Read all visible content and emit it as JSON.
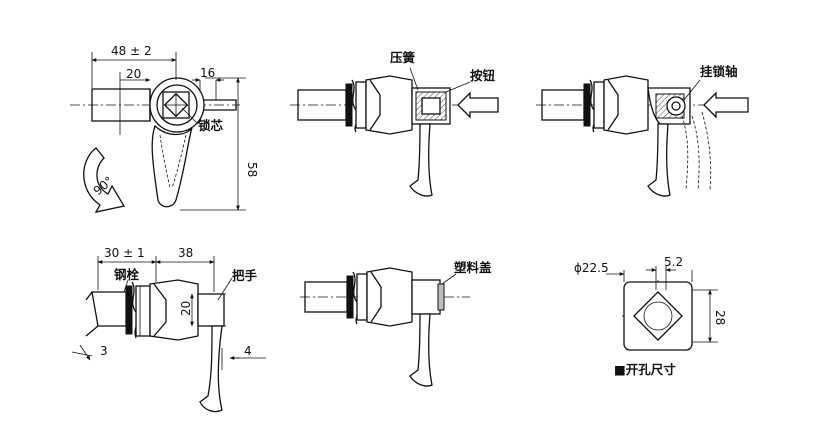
{
  "views": {
    "front": {
      "dim_width": "48 ± 2",
      "dim_offset": "20",
      "dim_head": "16",
      "dim_height": "58",
      "label_core": "锁芯",
      "rotation": "90°"
    },
    "press": {
      "label_spring": "压簧",
      "label_button": "按钮"
    },
    "hook": {
      "label_shaft": "挂锁轴"
    },
    "side": {
      "dim_bolt": "30 ± 1",
      "dim_handle": "38",
      "dim_body": "20",
      "dim_thread": "3",
      "dim_plate": "4",
      "label_bolt": "钢栓",
      "label_handle": "把手"
    },
    "cap": {
      "label_cap": "塑料盖"
    },
    "cutout": {
      "dim_diameter": "ϕ22.5",
      "dim_flat": "5.2",
      "dim_across": "28",
      "title": "■开孔尺寸"
    }
  }
}
